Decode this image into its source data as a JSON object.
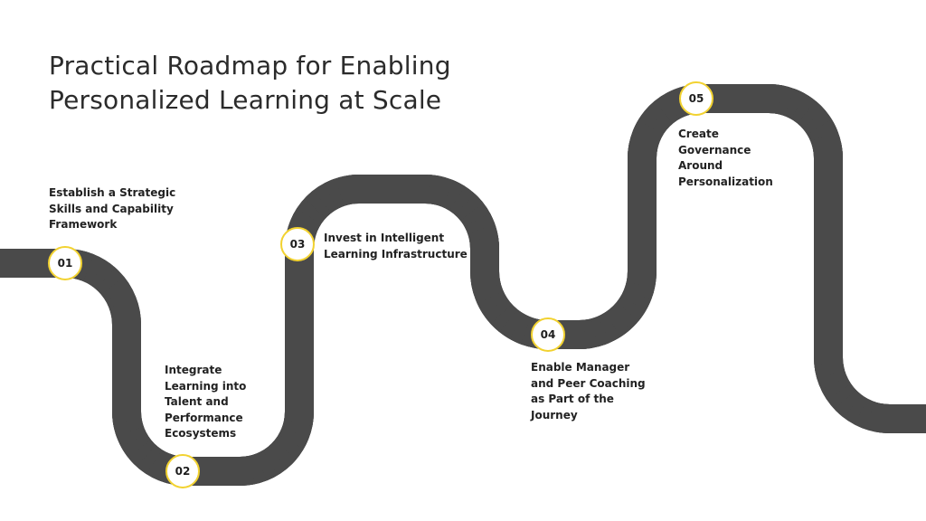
{
  "title": {
    "line1": "Practical Roadmap for Enabling",
    "line2": "Personalized Learning at Scale"
  },
  "colors": {
    "road": "#4a4a4a",
    "road_edge": "#d0d0d0",
    "marker_border": "#f2d230",
    "dash": "#ffffff"
  },
  "steps": [
    {
      "number": "01",
      "lines": [
        "Establish a Strategic",
        "Skills and Capability",
        "Framework"
      ]
    },
    {
      "number": "02",
      "lines": [
        "Integrate",
        "Learning into",
        "Talent and",
        "Performance",
        "Ecosystems"
      ]
    },
    {
      "number": "03",
      "lines": [
        "Invest in Intelligent",
        "Learning Infrastructure"
      ]
    },
    {
      "number": "04",
      "lines": [
        "Enable Manager",
        "and Peer Coaching",
        "as Part of the",
        "Journey"
      ]
    },
    {
      "number": "05",
      "lines": [
        "Create",
        "Governance",
        "Around",
        "Personalization"
      ]
    }
  ]
}
